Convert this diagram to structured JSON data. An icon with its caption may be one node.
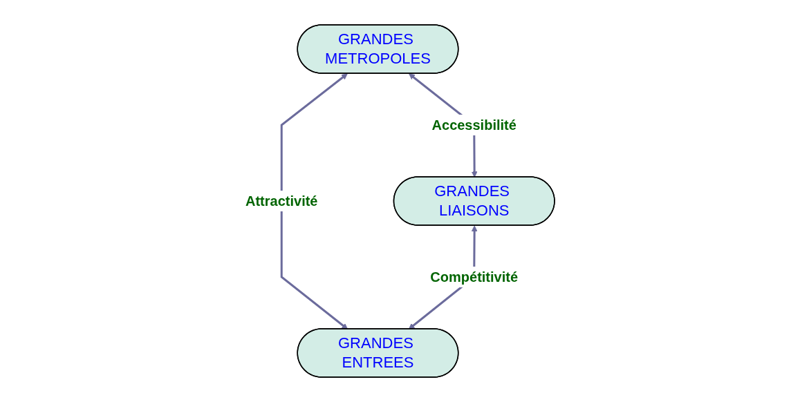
{
  "diagram": {
    "nodes": [
      {
        "text": [
          "GRANDES METROPOLES"
        ]
      },
      {
        "text": [
          "GRANDES LIAISONS"
        ]
      },
      {
        "text": [
          "GRANDES ENTREES"
        ]
      }
    ],
    "edges": [
      {
        "from": 0,
        "to": 1,
        "arrow": "both",
        "label": "Accessibilité"
      },
      {
        "from": 0,
        "to": 2,
        "arrow": "both",
        "label": "Attractivité"
      },
      {
        "from": 1,
        "to": 2,
        "arrow": "both",
        "label": "Compétitivité"
      }
    ]
  }
}
